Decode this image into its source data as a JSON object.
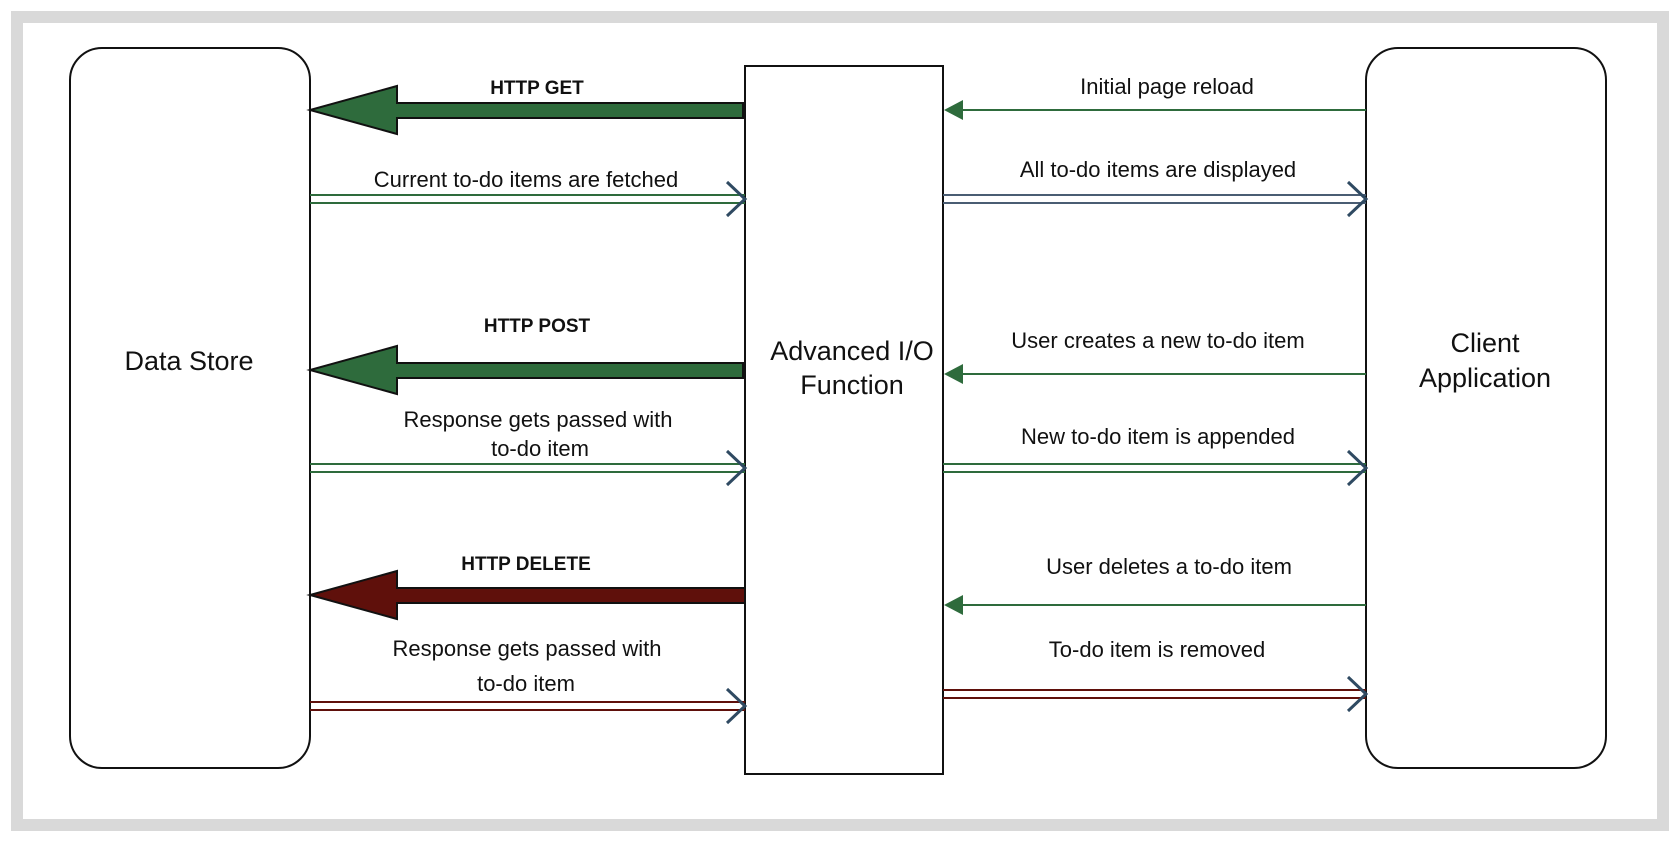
{
  "diagram": {
    "colors": {
      "frame": "#d9d9d9",
      "green": "#2e6b3c",
      "red": "#5f100b",
      "blue_gray": "#2f4a62"
    },
    "nodes": {
      "data_store": {
        "label": "Data Store"
      },
      "function": {
        "line1": "Advanced I/O",
        "line2": "Function"
      },
      "client": {
        "line1": "Client",
        "line2": "Application"
      }
    },
    "edges": {
      "http_get": {
        "label": "HTTP GET"
      },
      "fetched": {
        "label": "Current to-do items are fetched"
      },
      "http_post": {
        "label": "HTTP POST"
      },
      "post_response": {
        "line1": "Response gets passed with",
        "line2": "to-do item"
      },
      "http_delete": {
        "label": "HTTP DELETE"
      },
      "delete_response": {
        "line1": "Response gets passed with",
        "line2": "to-do item"
      },
      "page_reload": {
        "label": "Initial page reload"
      },
      "displayed": {
        "label": "All to-do items are displayed"
      },
      "creates": {
        "label": "User creates a new to-do item"
      },
      "appended": {
        "label": "New to-do item is appended"
      },
      "deletes": {
        "label": "User deletes a to-do item"
      },
      "removed": {
        "label": "To-do item is removed"
      }
    }
  }
}
